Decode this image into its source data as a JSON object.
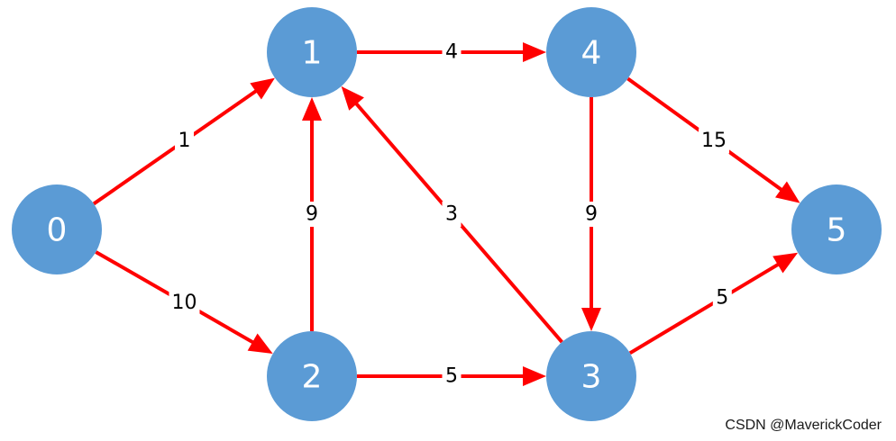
{
  "diagram": {
    "nodes": [
      {
        "id": "0",
        "label": "0"
      },
      {
        "id": "1",
        "label": "1"
      },
      {
        "id": "2",
        "label": "2"
      },
      {
        "id": "3",
        "label": "3"
      },
      {
        "id": "4",
        "label": "4"
      },
      {
        "id": "5",
        "label": "5"
      }
    ],
    "edges": [
      {
        "from": "0",
        "to": "1",
        "weight": "1"
      },
      {
        "from": "0",
        "to": "2",
        "weight": "10"
      },
      {
        "from": "1",
        "to": "4",
        "weight": "4"
      },
      {
        "from": "2",
        "to": "1",
        "weight": "9"
      },
      {
        "from": "3",
        "to": "1",
        "weight": "3"
      },
      {
        "from": "2",
        "to": "3",
        "weight": "5"
      },
      {
        "from": "4",
        "to": "3",
        "weight": "9"
      },
      {
        "from": "4",
        "to": "5",
        "weight": "15"
      },
      {
        "from": "3",
        "to": "5",
        "weight": "5"
      }
    ],
    "colors": {
      "node_fill": "#5b9bd5",
      "node_text": "#ffffff",
      "edge": "#ff0000",
      "weight_text": "#000000"
    }
  },
  "watermark": "CSDN @MaverickCoder"
}
